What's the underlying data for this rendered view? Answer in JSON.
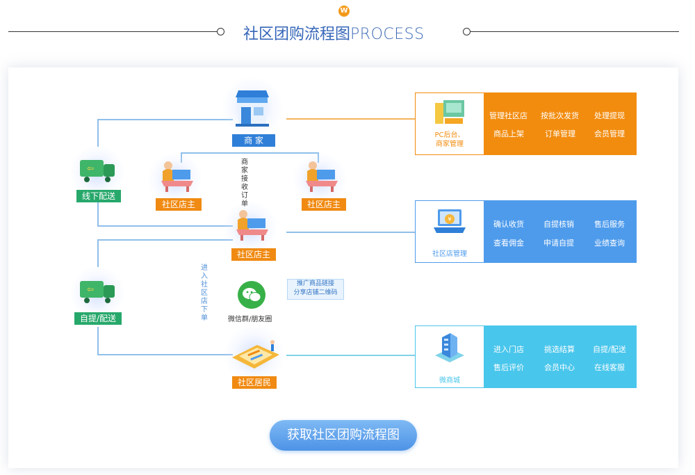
{
  "header": {
    "badge": "W",
    "title_cn": "社区团购流程图",
    "title_en": "PROCESS"
  },
  "nodes": {
    "merchant": "商 家",
    "owner_left": "社区店主",
    "owner_right": "社区店主",
    "owner_center": "社区店主",
    "resident": "社区居民",
    "offline_delivery": "线下配送",
    "pickup_delivery": "自提/配送",
    "wechat": "微信群/朋友圈"
  },
  "annotations": {
    "merchant_receive": "商家接收订单",
    "enter_store": "进入社区店下单",
    "promote_line1": "推广商品链接",
    "promote_line2": "分享店铺二维码"
  },
  "panels": {
    "pc": {
      "caption_line1": "PC后台、",
      "caption_line2": "商家管理",
      "items": [
        "管理社区店",
        "按批次发货",
        "处理提现",
        "商品上架",
        "订单管理",
        "会员管理"
      ]
    },
    "store": {
      "caption": "社区店管理",
      "items": [
        "确认收货",
        "自提核销",
        "售后服务",
        "查看佣金",
        "申请自提",
        "业绩查询"
      ]
    },
    "mini": {
      "caption": "微商城",
      "items": [
        "进入门店",
        "挑选结算",
        "自提/配送",
        "售后评价",
        "会员中心",
        "在线客服"
      ]
    }
  },
  "cta": "获取社区团购流程图",
  "colors": {
    "orange": "#f28c0f",
    "blue": "#4e9bec",
    "cyan": "#49c6ec",
    "green": "#27a86b",
    "title": "#3566b8"
  }
}
